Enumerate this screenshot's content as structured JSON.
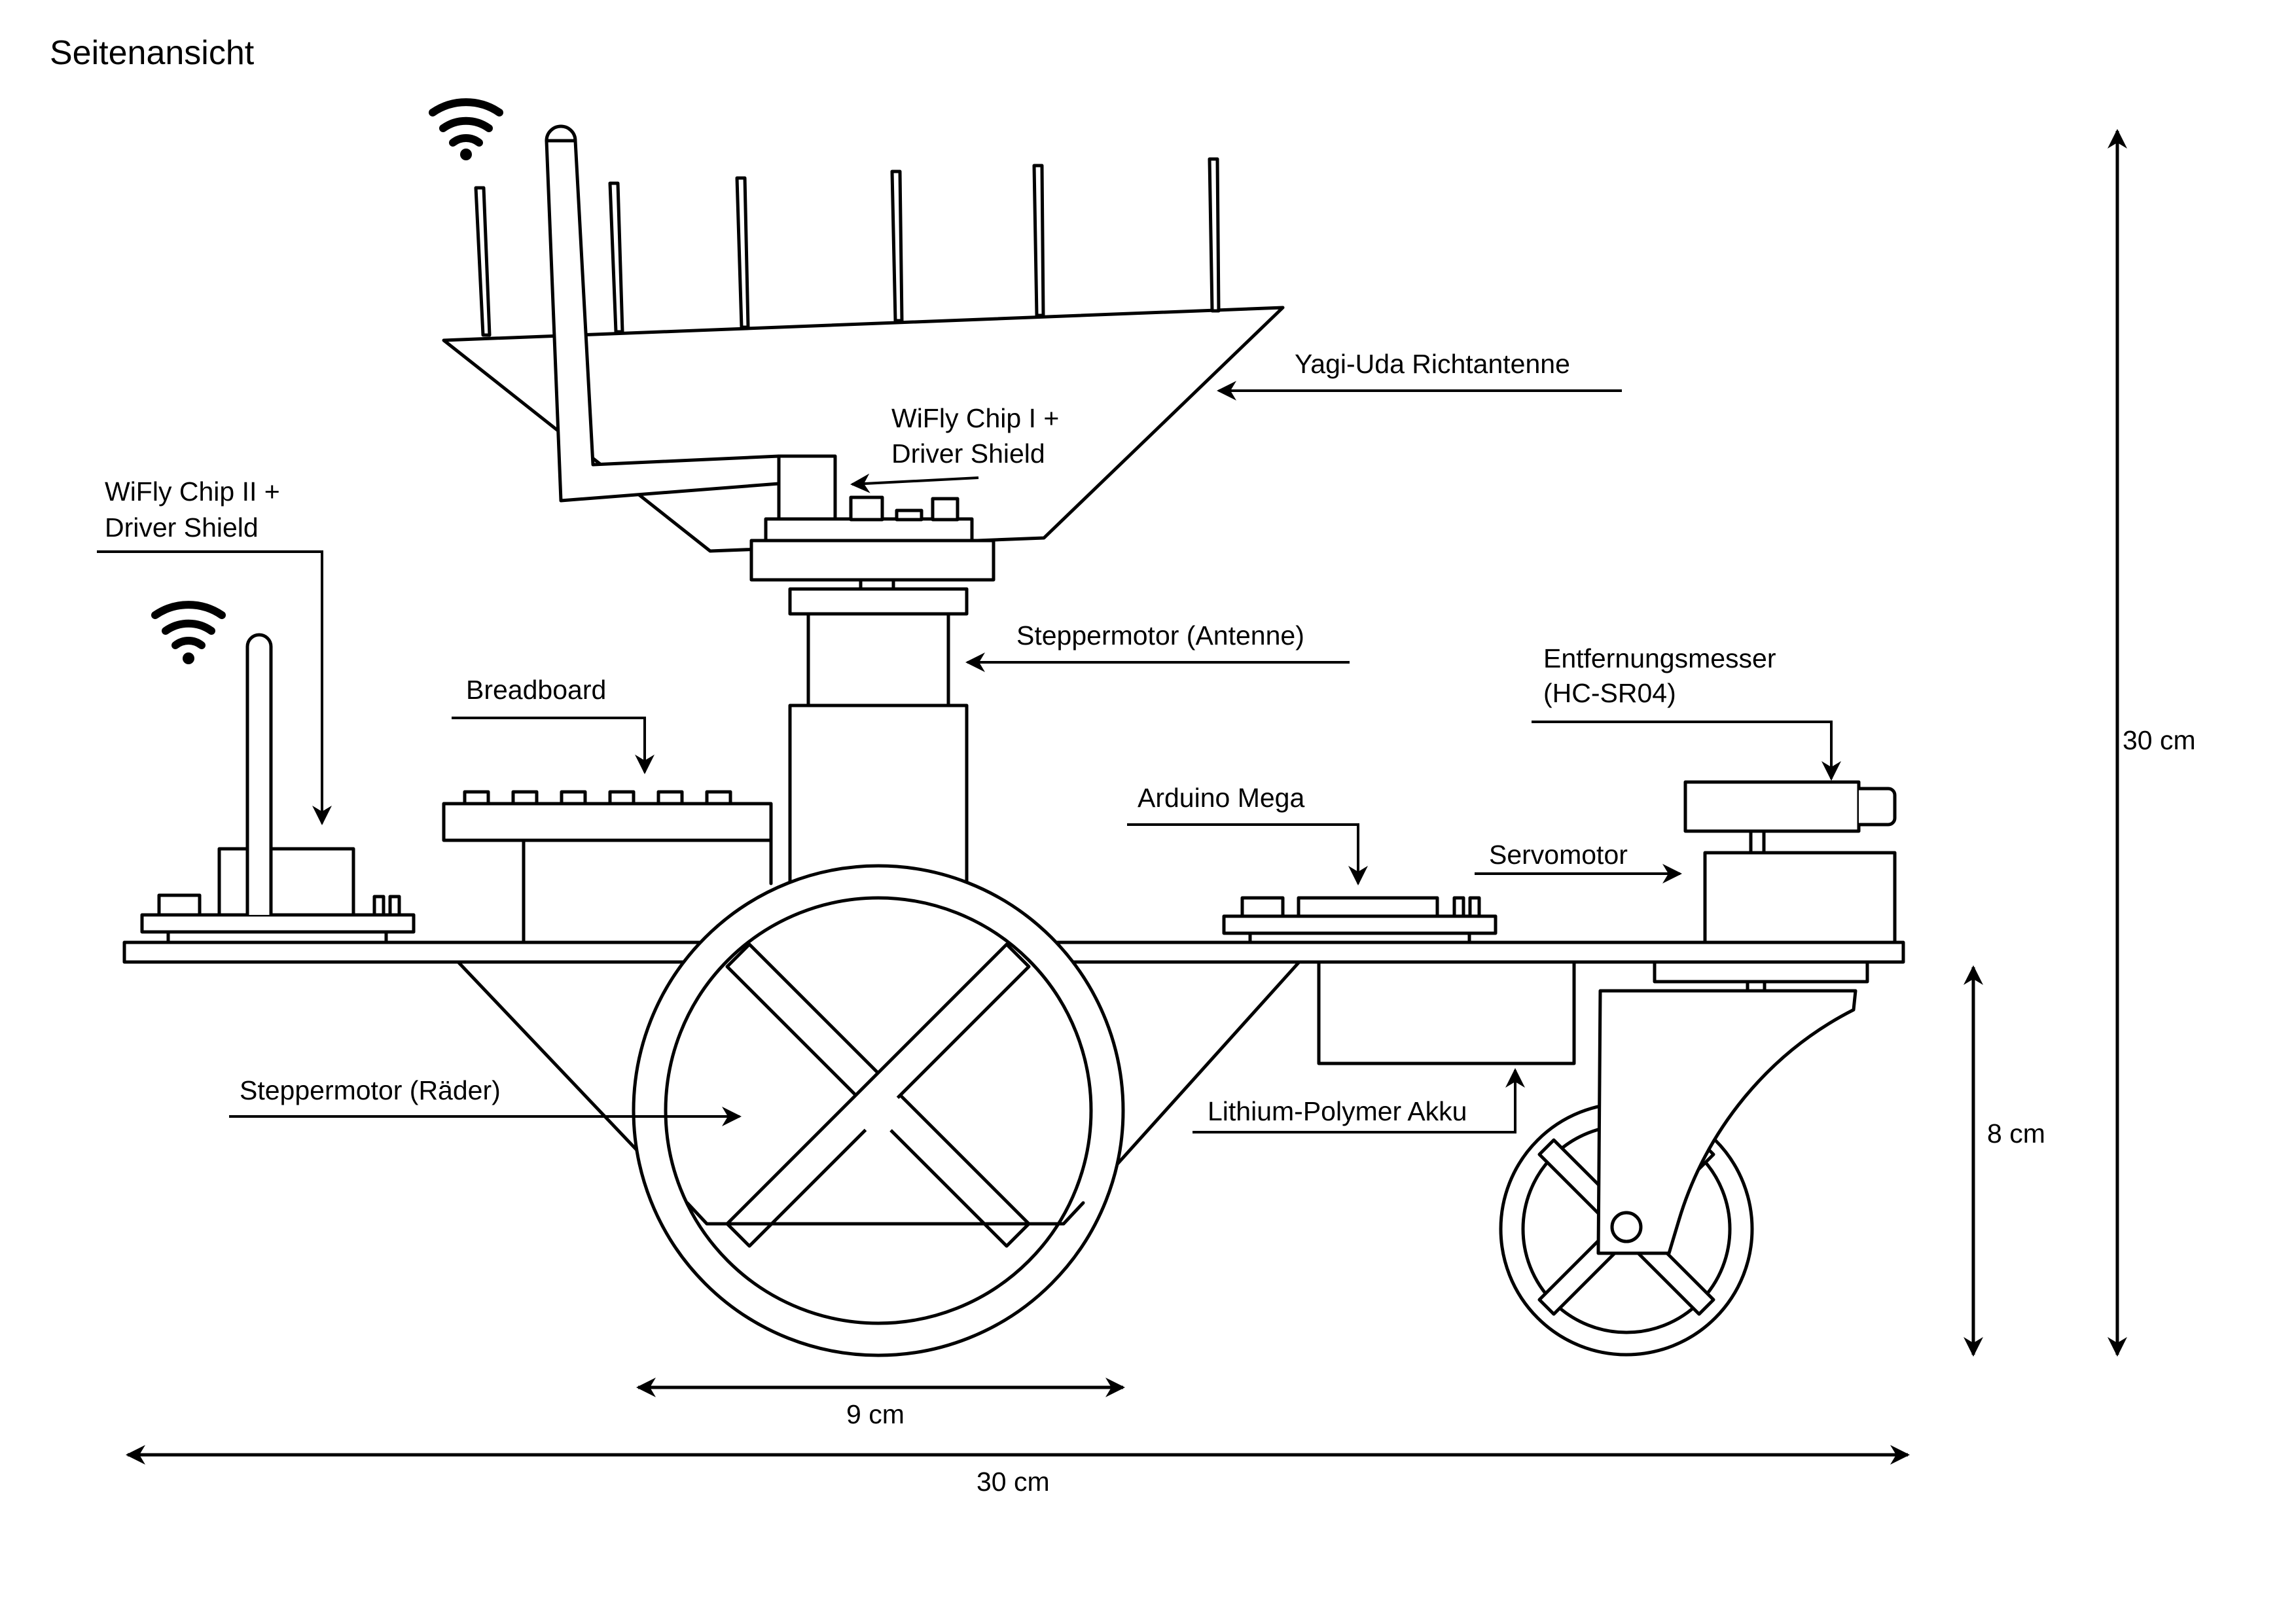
{
  "title": "Seitenansicht",
  "labels": {
    "yagi": "Yagi-Uda Richtantenne",
    "wifly1_l1": "WiFly Chip I +",
    "wifly1_l2": "Driver Shield",
    "wifly2_l1": "WiFly Chip II +",
    "wifly2_l2": "Driver Shield",
    "stepper_antenne": "Steppermotor (Antenne)",
    "breadboard": "Breadboard",
    "entfernung_l1": "Entfernungsmesser",
    "entfernung_l2": "(HC-SR04)",
    "arduino": "Arduino Mega",
    "servo": "Servomotor",
    "stepper_raeder": "Steppermotor (Räder)",
    "akku": "Lithium-Polymer Akku"
  },
  "dimensions": {
    "wheel_diameter": "9 cm",
    "total_length": "30 cm",
    "total_height": "30 cm",
    "platform_height": "8 cm"
  },
  "icons": {
    "wifi_1": "wifi-icon",
    "wifi_2": "wifi-icon"
  }
}
